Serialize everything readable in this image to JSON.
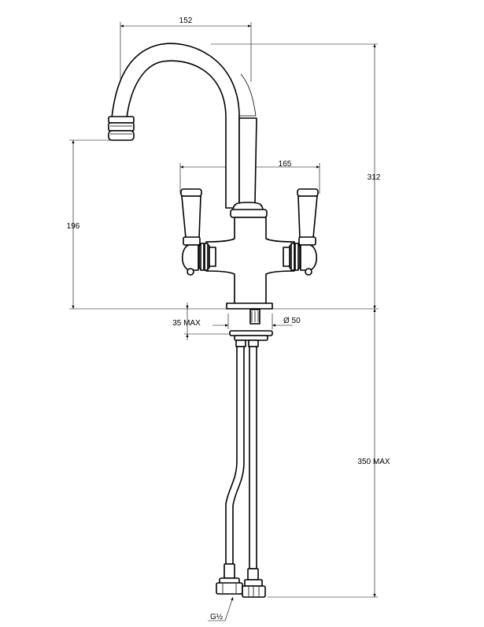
{
  "dimensions": {
    "spout_reach": "152",
    "total_height": "312",
    "handle_span": "165",
    "spout_height": "196",
    "deck_thickness": "35 MAX",
    "base_diameter": "Ø 50",
    "hose_length": "350 MAX",
    "thread": "G½"
  },
  "colors": {
    "line": "#000000",
    "background": "#ffffff"
  }
}
